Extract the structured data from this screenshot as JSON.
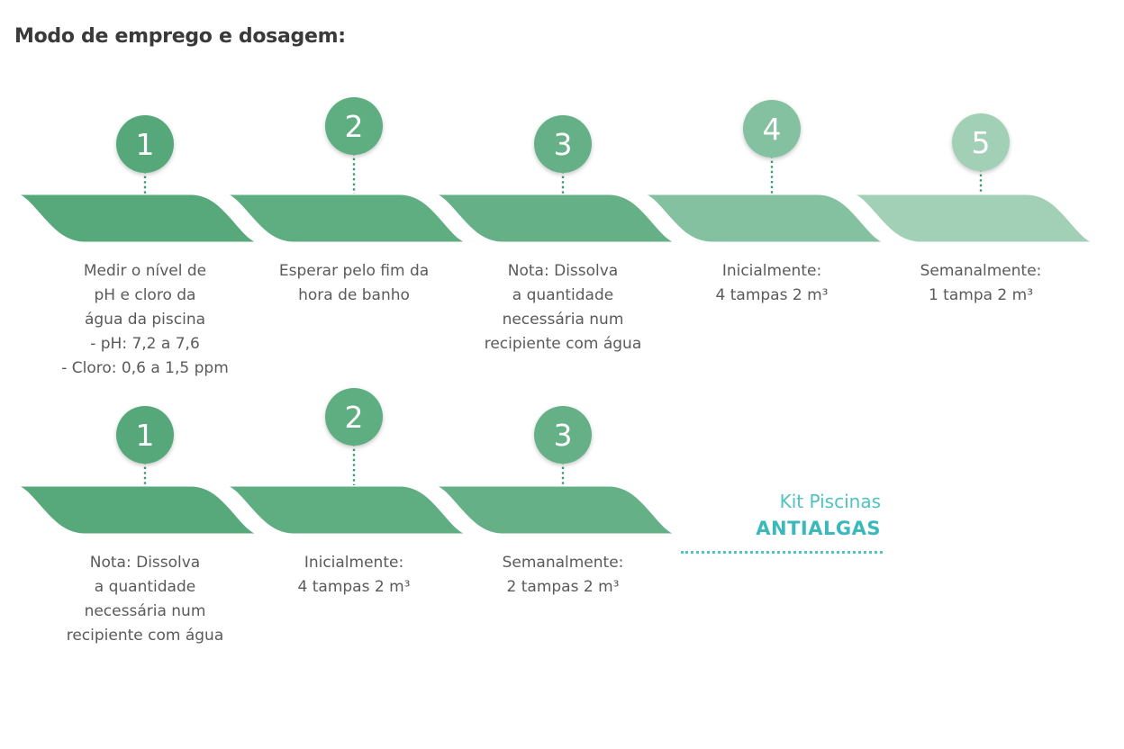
{
  "page": {
    "title": "Modo de emprego e dosagem:"
  },
  "rows": [
    {
      "name": "row-1",
      "steps": [
        {
          "number": "1",
          "color": "#57a87a",
          "lines": [
            "Medir o nível de",
            "pH e cloro da",
            "água da piscina",
            "- pH: 7,2 a 7,6",
            "- Cloro: 0,6 a 1,5 ppm"
          ]
        },
        {
          "number": "2",
          "color": "#5fae82",
          "lines": [
            "Esperar pelo fim da",
            "hora de banho"
          ]
        },
        {
          "number": "3",
          "color": "#66b088",
          "lines": [
            "Nota: Dissolva",
            "a quantidade",
            "necessária num",
            "recipiente com água"
          ]
        },
        {
          "number": "4",
          "color": "#83c1a0",
          "lines": [
            "Inicialmente:",
            "4 tampas 2 m³"
          ]
        },
        {
          "number": "5",
          "color": "#a2d0b6",
          "lines": [
            "Semanalmente:",
            "1 tampa 2 m³"
          ]
        }
      ]
    },
    {
      "name": "row-2",
      "steps": [
        {
          "number": "1",
          "color": "#57a87a",
          "lines": [
            "Nota: Dissolva",
            "a quantidade",
            "necessária num",
            "recipiente com água"
          ]
        },
        {
          "number": "2",
          "color": "#5fae82",
          "lines": [
            "Inicialmente:",
            "4 tampas 2 m³"
          ]
        },
        {
          "number": "3",
          "color": "#66b088",
          "lines": [
            "Semanalmente:",
            "2 tampas 2 m³"
          ]
        }
      ]
    }
  ],
  "brand": {
    "line1": "Kit Piscinas",
    "line2": "ANTIALGAS",
    "color": "#4fc2c2"
  }
}
